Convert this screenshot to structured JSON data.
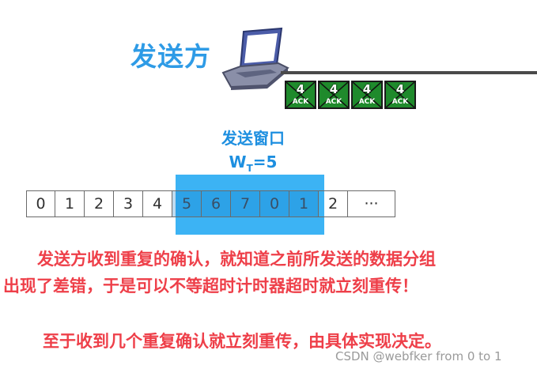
{
  "sender": {
    "label": "发送方"
  },
  "acks": [
    {
      "number": "4",
      "label": "ACK"
    },
    {
      "number": "4",
      "label": "ACK"
    },
    {
      "number": "4",
      "label": "ACK"
    },
    {
      "number": "4",
      "label": "ACK"
    }
  ],
  "window": {
    "title": "发送窗口",
    "size_main": "W",
    "size_sub": "T",
    "size_value": "=5"
  },
  "sequence": [
    "0",
    "1",
    "2",
    "3",
    "4",
    "5",
    "6",
    "7",
    "0",
    "1",
    "2",
    "···"
  ],
  "messages": {
    "line1": "发送方收到重复的确认，就知道之前所发送的数据分组",
    "line2": "出现了差错，于是可以不等超时计时器超时就立刻重传！",
    "line3": "至于收到几个重复确认就立刻重传，由具体实现决定。"
  },
  "watermark": "CSDN @webfker from 0 to 1",
  "colors": {
    "accent_blue": "#1aa6f2",
    "ack_green": "#1f8a2c",
    "message_red": "#ee3f49"
  },
  "icons": {
    "laptop": "laptop-icon"
  }
}
